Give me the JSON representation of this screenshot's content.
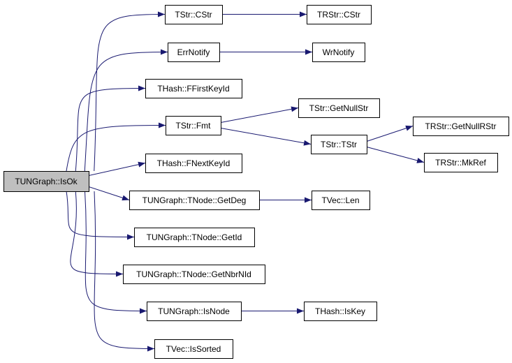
{
  "graph": {
    "edge_color": "#191970",
    "root_fill": "#bfbfbf",
    "nodes": [
      {
        "id": "isok",
        "label": "TUNGraph::IsOk",
        "root": true
      },
      {
        "id": "cstr",
        "label": "TStr::CStr"
      },
      {
        "id": "rcstr",
        "label": "TRStr::CStr"
      },
      {
        "id": "errnotify",
        "label": "ErrNotify"
      },
      {
        "id": "wrnotify",
        "label": "WrNotify"
      },
      {
        "id": "ffirst",
        "label": "THash::FFirstKeyId"
      },
      {
        "id": "fmt",
        "label": "TStr::Fmt"
      },
      {
        "id": "getnullstr",
        "label": "TStr::GetNullStr"
      },
      {
        "id": "tstr",
        "label": "TStr::TStr"
      },
      {
        "id": "getnullrstr",
        "label": "TRStr::GetNullRStr"
      },
      {
        "id": "mkref",
        "label": "TRStr::MkRef"
      },
      {
        "id": "fnext",
        "label": "THash::FNextKeyId"
      },
      {
        "id": "getdeg",
        "label": "TUNGraph::TNode::GetDeg"
      },
      {
        "id": "len",
        "label": "TVec::Len"
      },
      {
        "id": "getid",
        "label": "TUNGraph::TNode::GetId"
      },
      {
        "id": "getnbr",
        "label": "TUNGraph::TNode::GetNbrNId"
      },
      {
        "id": "isnode",
        "label": "TUNGraph::IsNode"
      },
      {
        "id": "iskey",
        "label": "THash::IsKey"
      },
      {
        "id": "issorted",
        "label": "TVec::IsSorted"
      }
    ],
    "edges": [
      [
        "isok",
        "cstr"
      ],
      [
        "cstr",
        "rcstr"
      ],
      [
        "isok",
        "errnotify"
      ],
      [
        "errnotify",
        "wrnotify"
      ],
      [
        "isok",
        "ffirst"
      ],
      [
        "isok",
        "fmt"
      ],
      [
        "fmt",
        "getnullstr"
      ],
      [
        "fmt",
        "tstr"
      ],
      [
        "tstr",
        "getnullrstr"
      ],
      [
        "tstr",
        "mkref"
      ],
      [
        "isok",
        "fnext"
      ],
      [
        "isok",
        "getdeg"
      ],
      [
        "getdeg",
        "len"
      ],
      [
        "isok",
        "getid"
      ],
      [
        "isok",
        "getnbr"
      ],
      [
        "isok",
        "isnode"
      ],
      [
        "isnode",
        "iskey"
      ],
      [
        "isok",
        "issorted"
      ]
    ]
  }
}
